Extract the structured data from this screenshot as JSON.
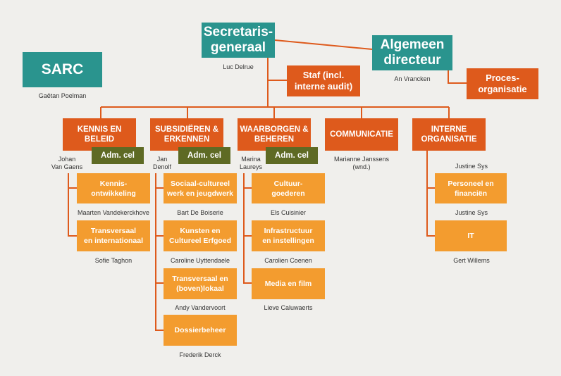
{
  "top": {
    "secretaris": {
      "title": "Secretaris-\ngeneraal",
      "person": "Luc Delrue"
    },
    "algemeen": {
      "title": "Algemeen\ndirecteur",
      "person": "An Vrancken"
    },
    "sarc": {
      "title": "SARC",
      "person": "Gaëtan Poelman"
    },
    "staf": {
      "title": "Staf (incl.\ninterne audit)"
    },
    "proces": {
      "title": "Proces-\norganisatie"
    }
  },
  "departments": [
    {
      "title": "KENNIS EN\nBELEID",
      "head": "Johan\nVan Gaens",
      "adm": "Adm. cel",
      "units": [
        {
          "title": "Kennis-\nontwikkeling",
          "person": "Maarten Vandekerckhove"
        },
        {
          "title": "Transversaal\nen internationaal",
          "person": "Sofie Taghon"
        }
      ]
    },
    {
      "title": "SUBSIDIËREN &\nERKENNEN",
      "head": "Jan\nDenolf",
      "adm": "Adm. cel",
      "units": [
        {
          "title": "Sociaal-cultureel\nwerk en jeugdwerk",
          "person": "Bart De Boiserie"
        },
        {
          "title": "Kunsten en\nCultureel Erfgoed",
          "person": "Caroline Uyttendaele"
        },
        {
          "title": "Transversaal en\n(boven)lokaal",
          "person": "Andy Vandervoort"
        },
        {
          "title": "Dossierbeheer",
          "person": "Frederik Derck"
        }
      ]
    },
    {
      "title": "WAARBORGEN &\nBEHEREN",
      "head": "Marina\nLaureys",
      "adm": "Adm. cel",
      "units": [
        {
          "title": "Cultuur-\ngoederen",
          "person": "Els Cuisinier"
        },
        {
          "title": "Infrastructuur\nen instellingen",
          "person": "Carolien Coenen"
        },
        {
          "title": "Media en film",
          "person": "Lieve Caluwaerts"
        }
      ]
    },
    {
      "title": "COMMUNICATIE",
      "head": "Marianne Janssens\n(wnd.)",
      "units": []
    },
    {
      "title": "INTERNE\nORGANISATIE",
      "head": "Justine Sys",
      "units": [
        {
          "title": "Personeel en\nfinanciën",
          "person": "Justine Sys"
        },
        {
          "title": "IT",
          "person": "Gert Willems"
        }
      ]
    }
  ],
  "colors": {
    "teal": "#2a948e",
    "red": "#de5a1c",
    "orange": "#f39c2f",
    "olive": "#5e6a24",
    "background": "#f0efec"
  }
}
